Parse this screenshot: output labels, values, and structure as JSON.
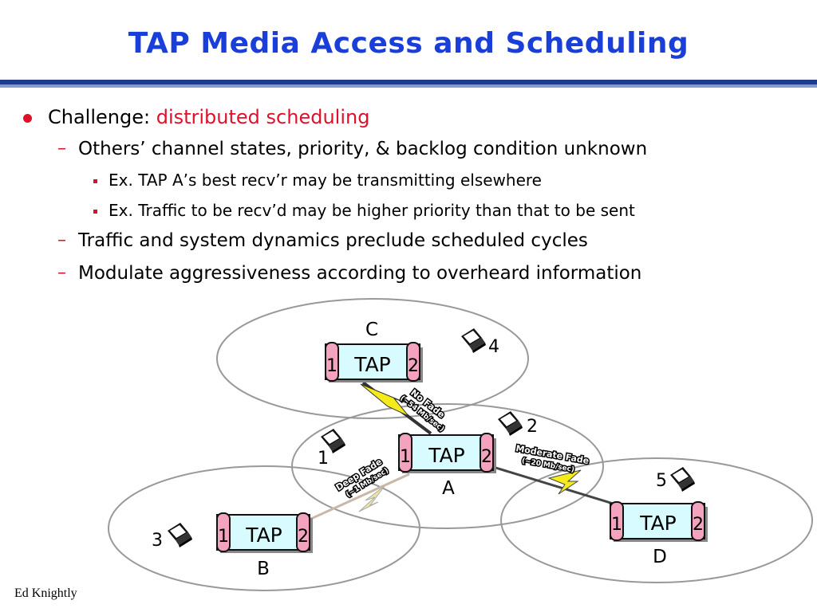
{
  "title": "TAP Media Access and Scheduling",
  "bullets": {
    "b1_prefix": "Challenge: ",
    "b1_highlight": "distributed scheduling",
    "b1_1": "Others’ channel states, priority, & backlog condition unknown",
    "b1_1_1": "Ex. TAP A’s best recv’r may be transmitting elsewhere",
    "b1_1_2": "Ex. Traffic to be recv’d may be higher priority than that to be sent",
    "b1_2": "Traffic and system dynamics preclude scheduled cycles",
    "b1_3": "Modulate aggressiveness according to overheard information"
  },
  "diagram": {
    "taps": [
      {
        "name": "C",
        "label": "TAP",
        "port1": "1",
        "port2": "2"
      },
      {
        "name": "A",
        "label": "TAP",
        "port1": "1",
        "port2": "2"
      },
      {
        "name": "B",
        "label": "TAP",
        "port1": "1",
        "port2": "2"
      },
      {
        "name": "D",
        "label": "TAP",
        "port1": "1",
        "port2": "2"
      }
    ],
    "clients": [
      "1",
      "2",
      "3",
      "4",
      "5"
    ],
    "links": {
      "ca_title": "No Fade",
      "ca_rate": "(~54 Mb/sec)",
      "ab_title": "Deep Fade",
      "ab_rate": "(~1 Mb/sec)",
      "ad_title": "Moderate Fade",
      "ad_rate": "(~20 Mb/sec)"
    },
    "colors": {
      "tap_body": "#d8fbff",
      "tap_end": "#f4a3bf",
      "fade_yellow": "#f5ea1a",
      "cell_stroke": "#999999"
    }
  },
  "footer": "Ed Knightly"
}
